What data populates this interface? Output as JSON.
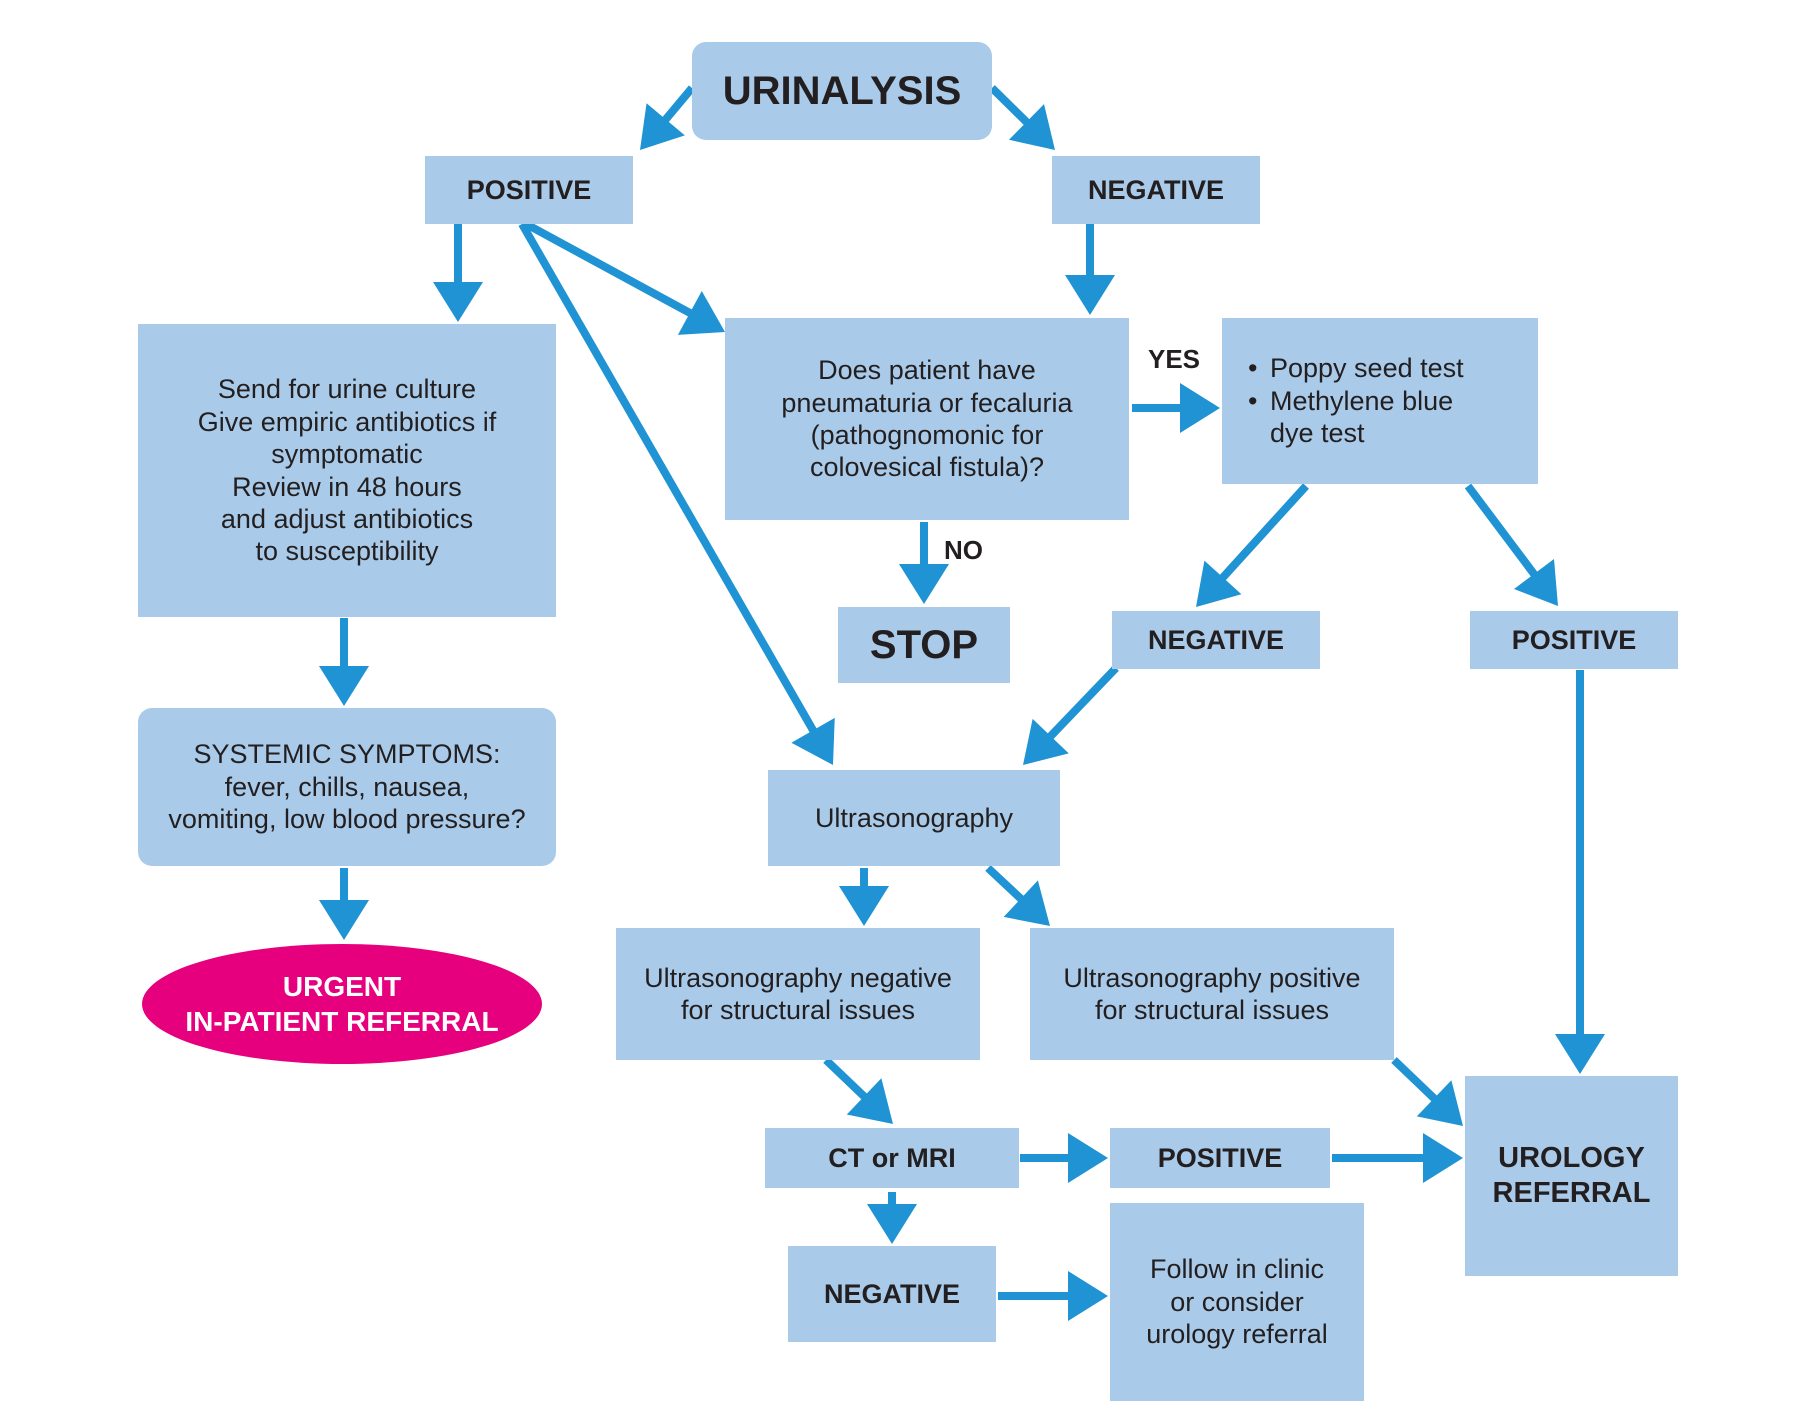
{
  "colors": {
    "box": "#a9cbe9",
    "arrow": "#1f93d3",
    "urgent": "#e6007e"
  },
  "nodes": {
    "urinalysis": "URINALYSIS",
    "positive_top": "POSITIVE",
    "negative_top": "NEGATIVE",
    "culture_lines": [
      "Send for urine culture",
      "Give empiric antibiotics if",
      "symptomatic",
      "Review in 48 hours",
      "and adjust antibiotics",
      "to susceptibility"
    ],
    "pneumaturia_lines": [
      "Does patient have",
      "pneumaturia or fecaluria",
      "(pathognomonic for",
      "colovesical fistula)?"
    ],
    "tests": [
      "Poppy seed test",
      "Methylene blue dye test"
    ],
    "stop": "STOP",
    "negative_mid": "NEGATIVE",
    "positive_mid": "POSITIVE",
    "systemic_lines": [
      "SYSTEMIC SYMPTOMS:",
      "fever, chills, nausea,",
      "vomiting, low blood pressure?"
    ],
    "urgent_lines": [
      "URGENT",
      "IN-PATIENT REFERRAL"
    ],
    "ultrasonography": "Ultrasonography",
    "us_negative_lines": [
      "Ultrasonography negative",
      "for structural issues"
    ],
    "us_positive_lines": [
      "Ultrasonography positive",
      "for structural issues"
    ],
    "ct_mri": "CT or MRI",
    "positive_low": "POSITIVE",
    "negative_low": "NEGATIVE",
    "follow_lines": [
      "Follow in clinic",
      "or consider",
      "urology referral"
    ],
    "urology_lines": [
      "UROLOGY",
      "REFERRAL"
    ]
  },
  "edge_labels": {
    "yes": "YES",
    "no": "NO"
  }
}
